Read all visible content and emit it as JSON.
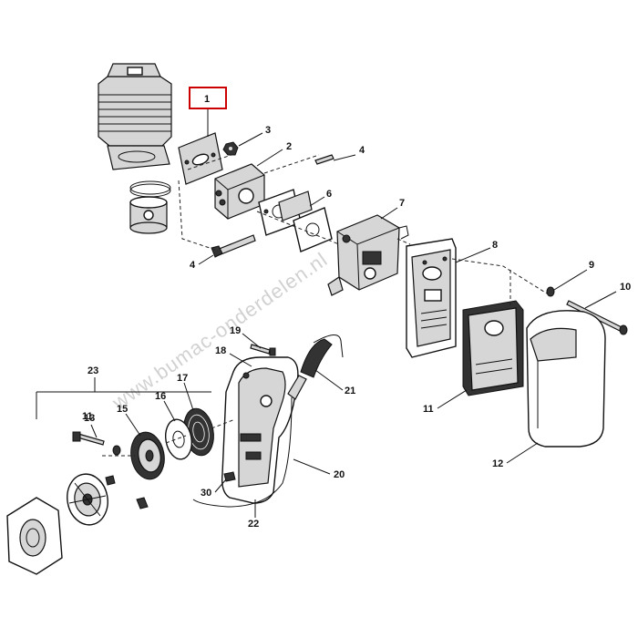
{
  "diagram": {
    "watermark": "www.bumac-onderdelen.nl",
    "highlight_color": "#cc0000",
    "part_numbers": {
      "p1": "1",
      "p2": "2",
      "p3": "3",
      "p4a": "4",
      "p4b": "4",
      "p6": "6",
      "p7": "7",
      "p8": "8",
      "p9": "9",
      "p10": "10",
      "p11a": "11",
      "p11b": "11",
      "p12": "12",
      "p13": "13",
      "p15": "15",
      "p16": "16",
      "p17": "17",
      "p18": "18",
      "p19": "19",
      "p20": "20",
      "p21": "21",
      "p22": "22",
      "p23": "23",
      "p30": "30"
    }
  }
}
